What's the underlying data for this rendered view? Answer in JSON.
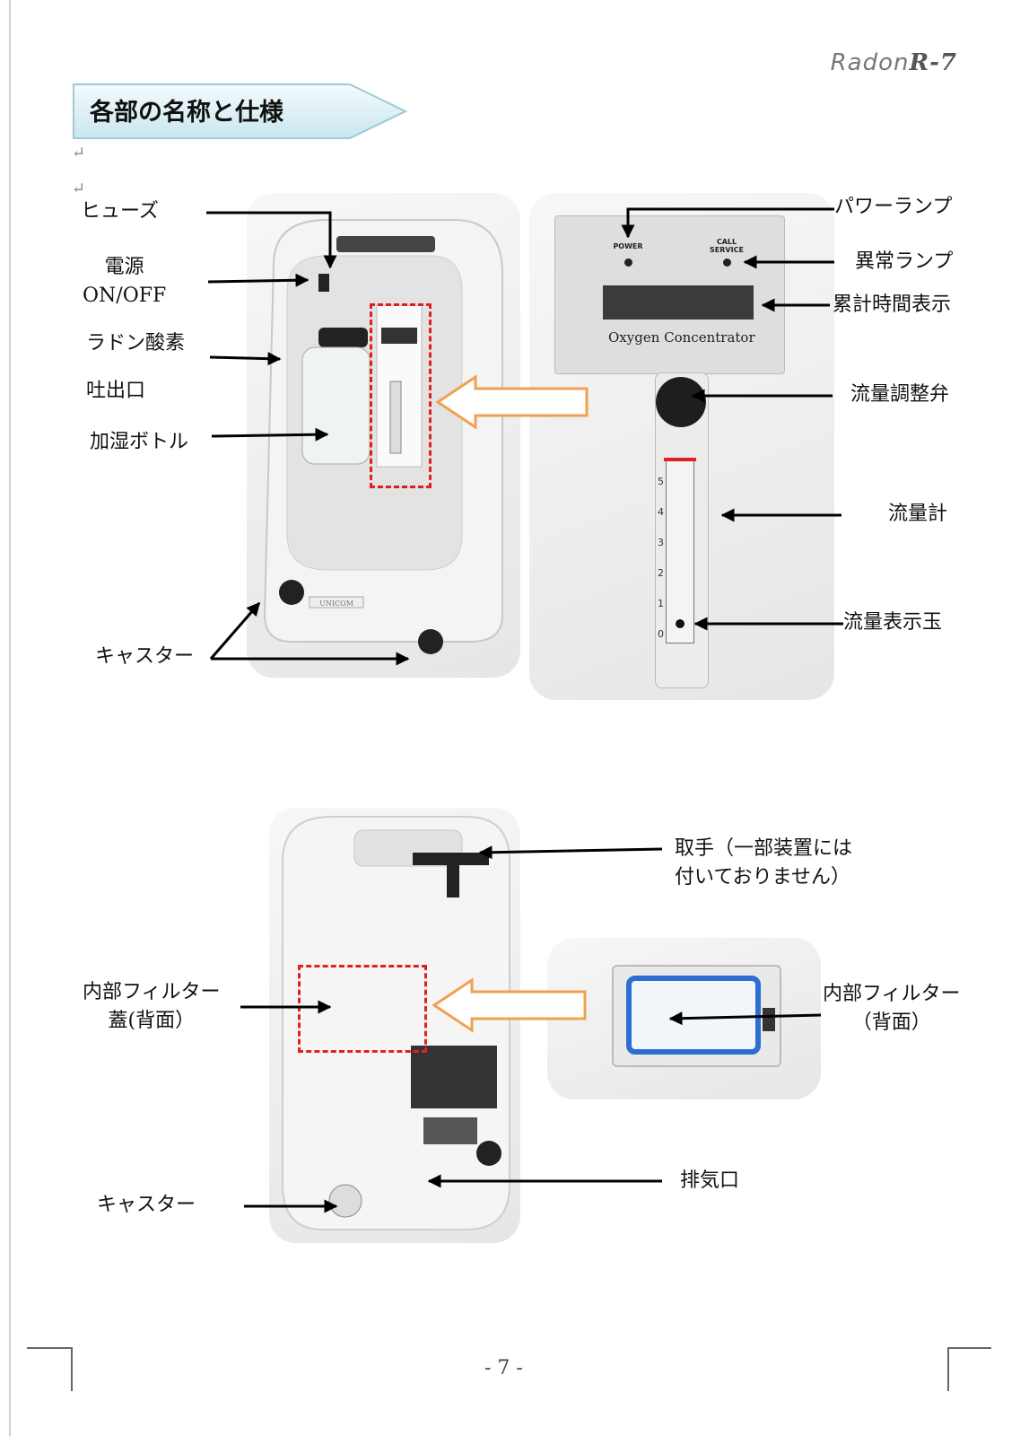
{
  "header": {
    "brand_prefix": "Radon",
    "brand_model": "R-7"
  },
  "section": {
    "title": "各部の名称と仕様"
  },
  "labels": {
    "fuse": "ヒューズ",
    "power_switch": "電源\nON/OFF",
    "oxygen_outlet_1": "ラドン酸素",
    "oxygen_outlet_2": "吐出口",
    "humidifier_bottle": "加湿ボトル",
    "casters_front": "キャスター",
    "power_lamp": "パワーランプ",
    "error_lamp": "異常ランプ",
    "hour_meter": "累計時間表示",
    "flow_valve": "流量調整弁",
    "flowmeter": "流量計",
    "flow_ball": "流量表示玉",
    "handle": "取手（一部装置には\n付いておりません）",
    "filter_cover": "内部フィルター\n蓋(背面）",
    "filter_rear": "内部フィルター\n（背面）",
    "exhaust": "排気口",
    "casters_rear": "キャスター"
  },
  "panel": {
    "power": "POWER",
    "call_service": "CALL SERVICE",
    "brand_text": "Oxygen Concentrator"
  },
  "device": {
    "logo": "UNICOM"
  },
  "flowmeter_scale": [
    "5",
    "4",
    "3",
    "2",
    "1",
    "0"
  ],
  "footer": {
    "page_number": "- 7 -"
  },
  "colors": {
    "highlight_dash": "#e02020",
    "hollow_arrow": "#f0a050",
    "banner": "#dff2f7",
    "label_arrow": "#000000"
  }
}
